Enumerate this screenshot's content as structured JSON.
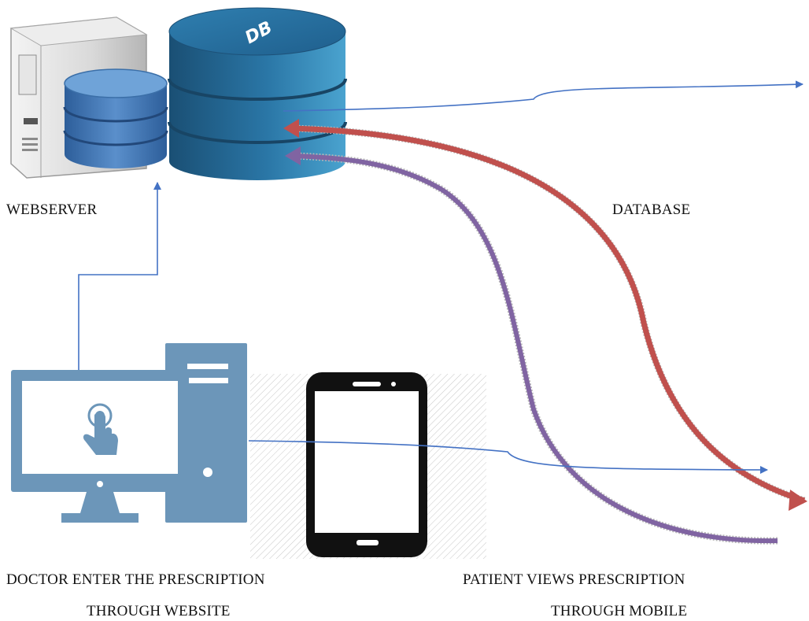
{
  "labels": {
    "webserver": "WEBSERVER",
    "database": "DATABASE",
    "doctor_line1": "DOCTOR ENTER THE PRESCRIPTION",
    "doctor_line2": "THROUGH WEBSITE",
    "patient_line1": "PATIENT VIEWS PRESCRIPTION",
    "patient_line2": "THROUGH MOBILE"
  },
  "db_badge_text": "DB",
  "icons": {
    "server": "server-tower-icon",
    "small_db": "database-stack-icon",
    "large_db": "database-cylinder-icon",
    "desktop": "desktop-computer-icon",
    "touch": "touch-hand-icon",
    "phone": "smartphone-icon"
  },
  "colors": {
    "connector_blue": "#4472c4",
    "arrow_red": "#c0504d",
    "arrow_purple": "#8064a2",
    "db_dark": "#1f5c85",
    "db_light": "#3b93c1",
    "computer_blue": "#6c96b9",
    "phone_black": "#111111"
  }
}
